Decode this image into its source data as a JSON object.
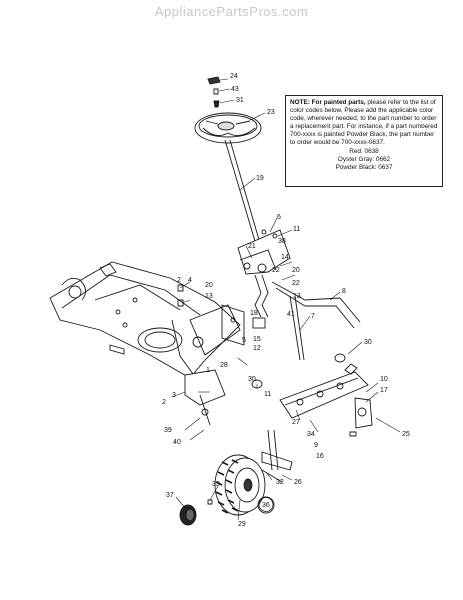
{
  "watermark": "AppliancePartsPros.com",
  "note": {
    "lead": "NOTE: For painted parts,",
    "body": "please refer to the list of color codes below. Please add the applicable color code, wherever needed, to the part number to order a replacement part. For instance, if a part numbered 700-xxxx is painted Powder Black, the part number to order would be 700-xxxx-0637.",
    "colors": [
      "Red: 0638",
      "Oyster Gray: 0662",
      "Powder Black: 0637"
    ]
  },
  "callouts": [
    "24",
    "43",
    "31",
    "23",
    "19",
    "6",
    "11",
    "38",
    "21",
    "14",
    "20",
    "22",
    "22",
    "13",
    "8",
    "20",
    "13",
    "18",
    "41",
    "7",
    "15",
    "12",
    "30",
    "28",
    "30",
    "11",
    "2",
    "3",
    "39",
    "40",
    "10",
    "17",
    "27",
    "34",
    "25",
    "9",
    "16",
    "26",
    "32",
    "33",
    "37",
    "36",
    "29",
    "1",
    "5",
    "4",
    "2"
  ],
  "colors": {
    "line": "#1a1a1a",
    "watermark": "#c8c8c8"
  }
}
